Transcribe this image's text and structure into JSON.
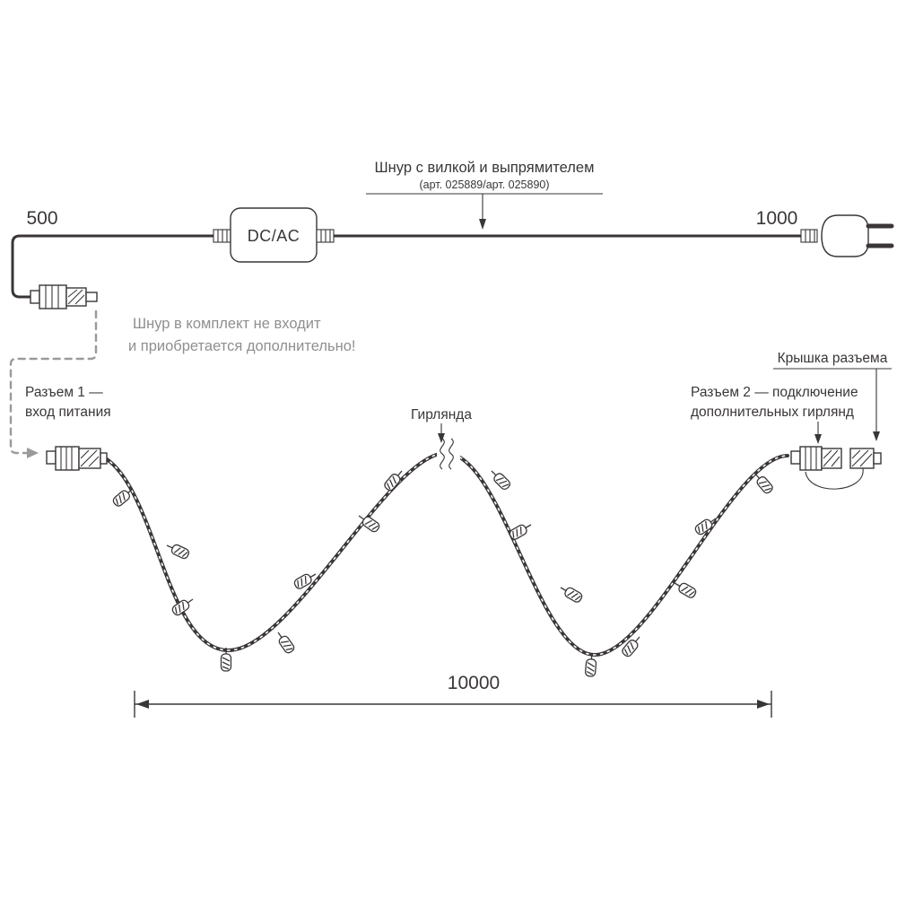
{
  "labels": {
    "cord_title": "Шнур с вилкой и выпрямителем",
    "cord_subtitle": "(арт. 025889/арт. 025890)",
    "dim_left": "500",
    "dim_right": "1000",
    "converter": "DC/AC",
    "not_included_line1": "Шнур в комплект не входит",
    "not_included_line2": "и приобретается дополнительно!",
    "connector1_line1": "Разъем 1 —",
    "connector1_line2": "вход питания",
    "garland": "Гирлянда",
    "cap": "Крышка разъема",
    "connector2_line1": "Разъем 2 — подключение",
    "connector2_line2": "дополнительных гирлянд",
    "dim_bottom": "10000"
  },
  "colors": {
    "line": "#3a3637",
    "muted_gray": "#8f8f8f",
    "dashed_gray": "#9a9a9a",
    "background": "#ffffff"
  }
}
